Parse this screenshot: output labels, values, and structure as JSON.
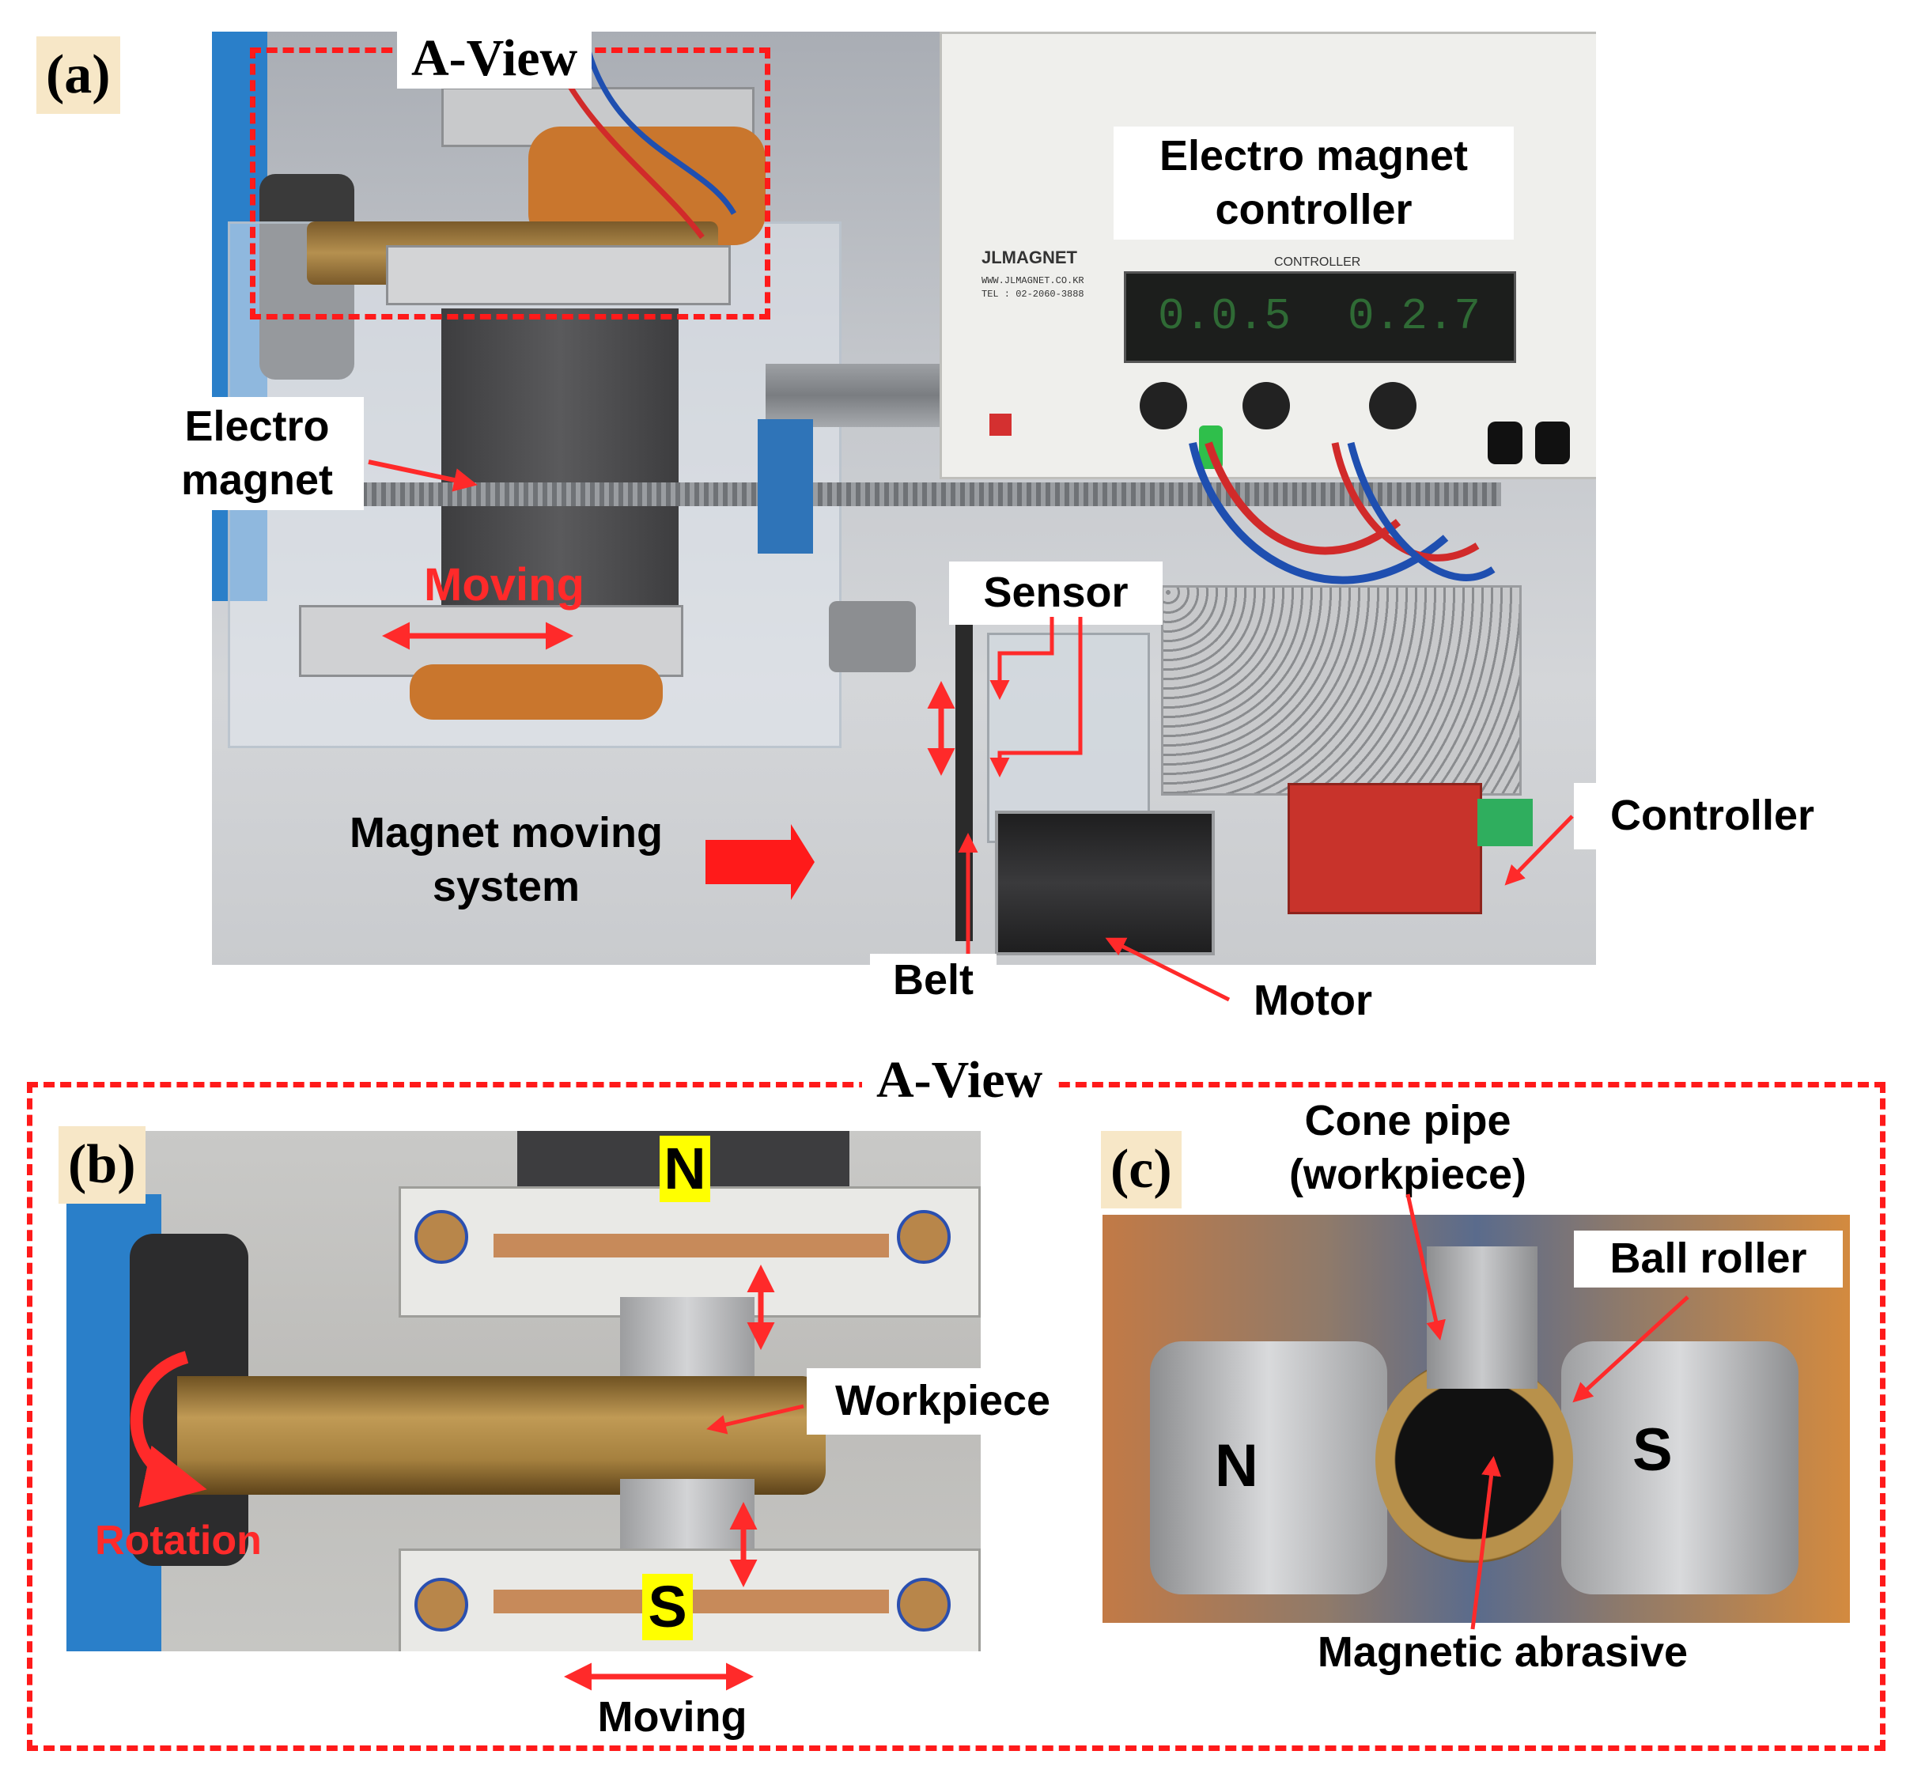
{
  "panels": {
    "a": {
      "tag": "(a)",
      "view_title": "A-View"
    },
    "b": {
      "tag": "(b)"
    },
    "c": {
      "tag": "(c)"
    },
    "detail_title": "A-View"
  },
  "labels_a": {
    "controller_line1": "Electro magnet",
    "controller_line2": "controller",
    "magnet_line1": "Electro",
    "magnet_line2": "magnet",
    "moving": "Moving",
    "sensor": "Sensor",
    "moving_system_line1": "Magnet moving",
    "moving_system_line2": "system",
    "controller": "Controller",
    "belt": "Belt",
    "motor": "Motor"
  },
  "display": {
    "left_value": "0.0.5",
    "right_value": "0.2.7",
    "panel_text": "CONTROLLER",
    "brand": "JLMAGNET",
    "website": "WWW.JLMAGNET.CO.KR",
    "tel": "TEL : 02-2060-3888"
  },
  "labels_b": {
    "north": "N",
    "south": "S",
    "workpiece": "Workpiece",
    "rotation": "Rotation",
    "moving": "Moving"
  },
  "labels_c": {
    "cone_line1": "Cone pipe",
    "cone_line2": "(workpiece)",
    "ball_roller": "Ball roller",
    "north": "N",
    "south": "S",
    "abrasive": "Magnetic abrasive"
  },
  "colors": {
    "annotation_red": "#ff2a2a",
    "dashed_border": "#ff1a1a",
    "tag_background": "#f7e7c7",
    "pole_highlight": "#ffff00"
  }
}
